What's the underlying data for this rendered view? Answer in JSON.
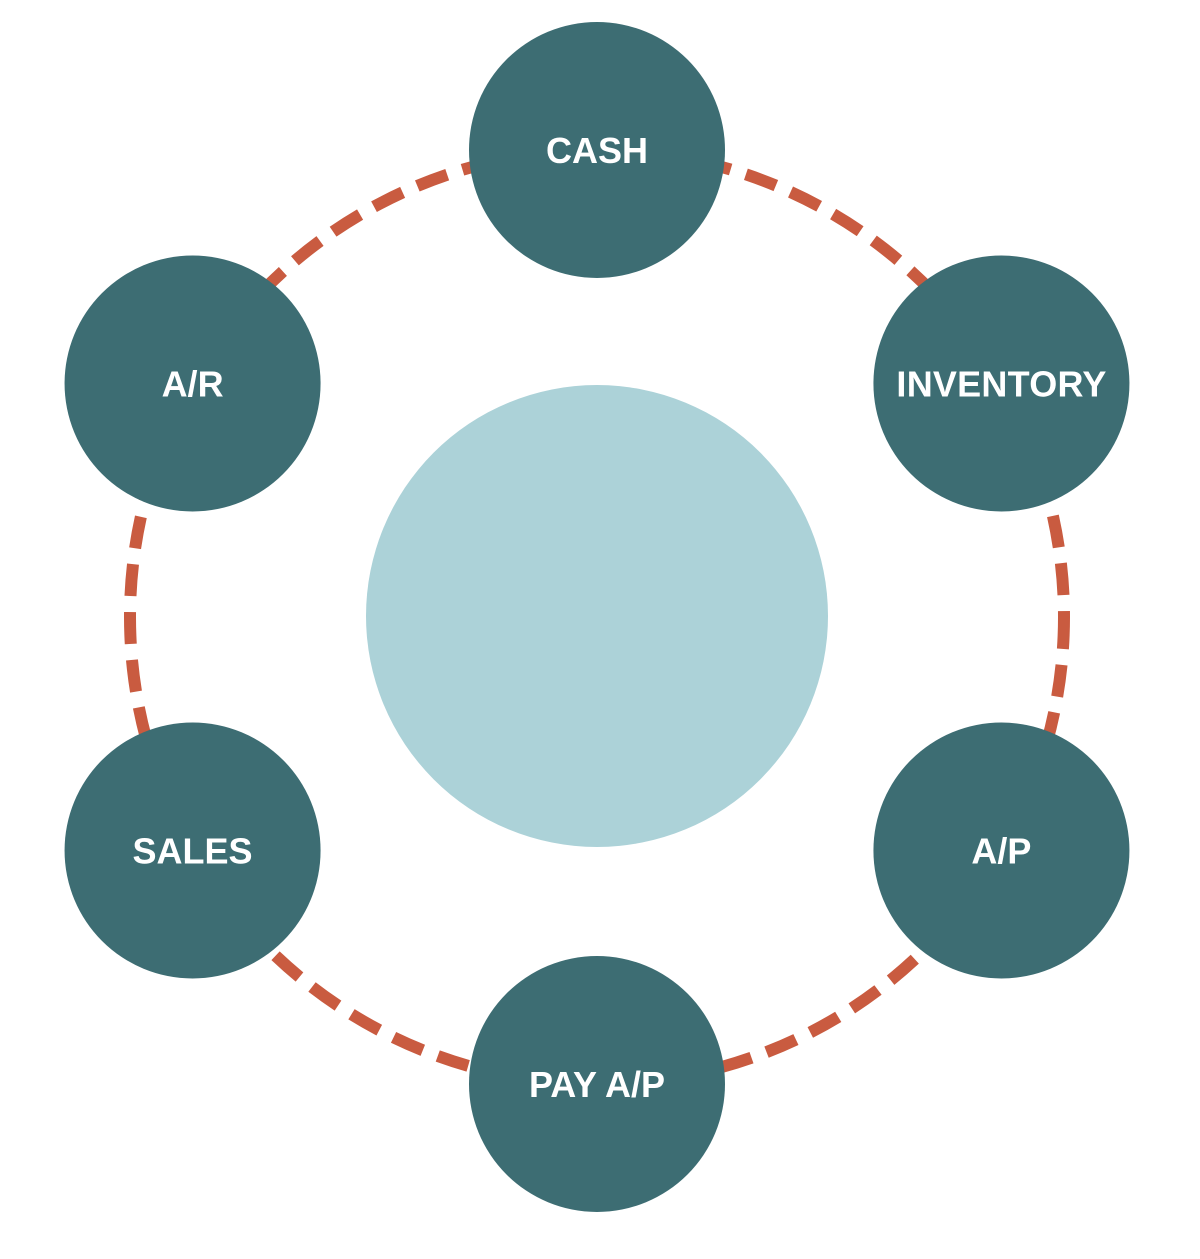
{
  "diagram": {
    "type": "cycle",
    "center_label": "",
    "nodes": [
      {
        "label": "CASH"
      },
      {
        "label": "INVENTORY"
      },
      {
        "label": "A/P"
      },
      {
        "label": "PAY A/P"
      },
      {
        "label": "SALES"
      },
      {
        "label": "A/R"
      }
    ],
    "colors": {
      "node": "#3d6d73",
      "center": "#acd2d8",
      "ring": "#c95b40",
      "text": "#ffffff"
    }
  }
}
